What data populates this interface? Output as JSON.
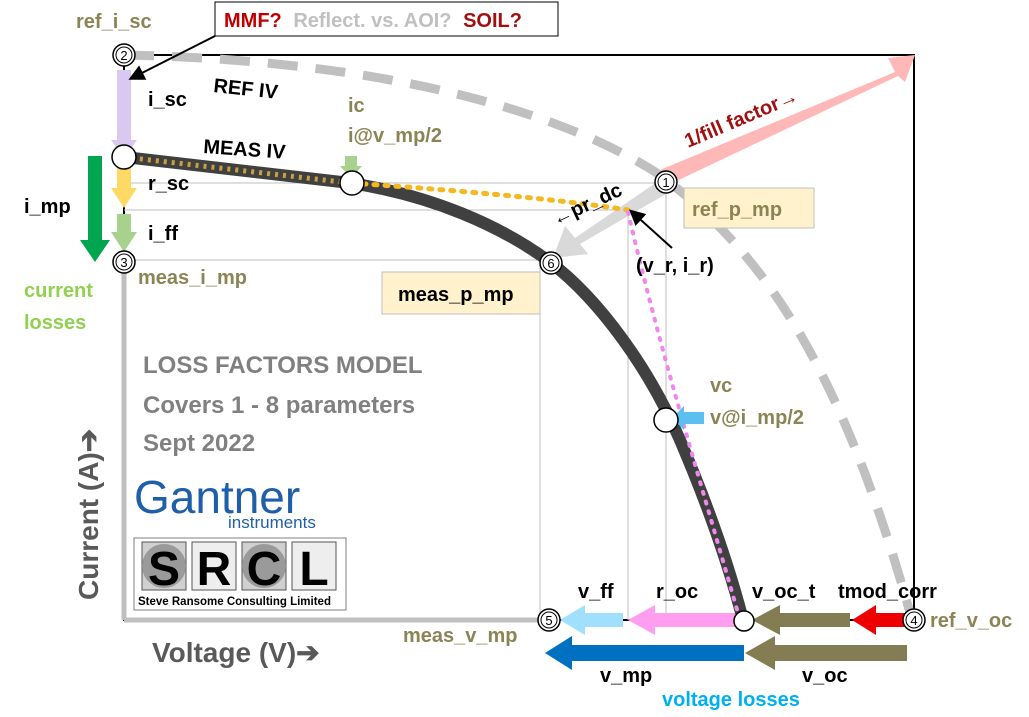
{
  "title_box": {
    "mmf": "MMF?",
    "reflect": "Reflect. vs. AOI?",
    "soil": "SOIL?"
  },
  "labels": {
    "ref_i_sc": "ref_i_sc",
    "ref_iv": "REF IV",
    "i_sc": "i_sc",
    "ic": "ic",
    "ic_desc": "i@v_mp/2",
    "meas_iv": "MEAS IV",
    "fill_factor": "1/fill factor→",
    "r_sc": "r_sc",
    "i_mp": "i_mp",
    "i_ff": "i_ff",
    "meas_i_mp": "meas_i_mp",
    "pr_dc": "←pr_dc",
    "ref_p_mp": "ref_p_mp",
    "vr_ir": "(v_r, i_r)",
    "meas_p_mp": "meas_p_mp",
    "current_losses_1": "current",
    "current_losses_2": "losses",
    "vc": "vc",
    "vc_desc": "v@i_mp/2",
    "v_ff": "v_ff",
    "r_oc": "r_oc",
    "v_oc_t": "v_oc_t",
    "tmod_corr": "tmod_corr",
    "ref_v_oc": "ref_v_oc",
    "meas_v_mp": "meas_v_mp",
    "v_mp": "v_mp",
    "v_oc": "v_oc",
    "voltage_losses": "voltage losses",
    "voltage_axis": "Voltage (V)➔",
    "current_axis": "Current (A)➔"
  },
  "model_text": {
    "line1": "LOSS FACTORS MODEL",
    "line2": "Covers 1 - 8 parameters",
    "line3": "Sept 2022"
  },
  "logos": {
    "gantner_name": "Gantner",
    "gantner_sub": "instruments",
    "srcl_letters": [
      "S",
      "R",
      "C",
      "L"
    ],
    "srcl_sub": "Steve Ransome Consulting Limited"
  },
  "markers": {
    "m1": "1",
    "m2": "2",
    "m3": "3",
    "m4": "4",
    "m5": "5",
    "m6": "6"
  },
  "colors": {
    "olive": "#8B8455",
    "olive_fill": "#847C52",
    "red_text": "#C00000",
    "dark_red": "#A01010",
    "green_text": "#92D050",
    "dark_green": "#00A550",
    "light_purple": "#D9C8F0",
    "yellow_orange": "#FFD966",
    "light_green": "#A9D18E",
    "dot_orange": "#F4B920",
    "dot_pink": "#EE88EE",
    "light_blue": "#5BC0F0",
    "sky_blue": "#9FE0FF",
    "pink": "#FF9EF0",
    "dark_blue": "#0070C0",
    "cyan_text": "#00B0F0",
    "fill_factor_pink": "#FFB8B8",
    "gray_arrow": "#D9D9D9",
    "curve_dark": "#404040",
    "ref_dashed": "#C0C0C0",
    "label_box": "#FFF2CC",
    "gantner_blue": "#1F5FA8"
  }
}
